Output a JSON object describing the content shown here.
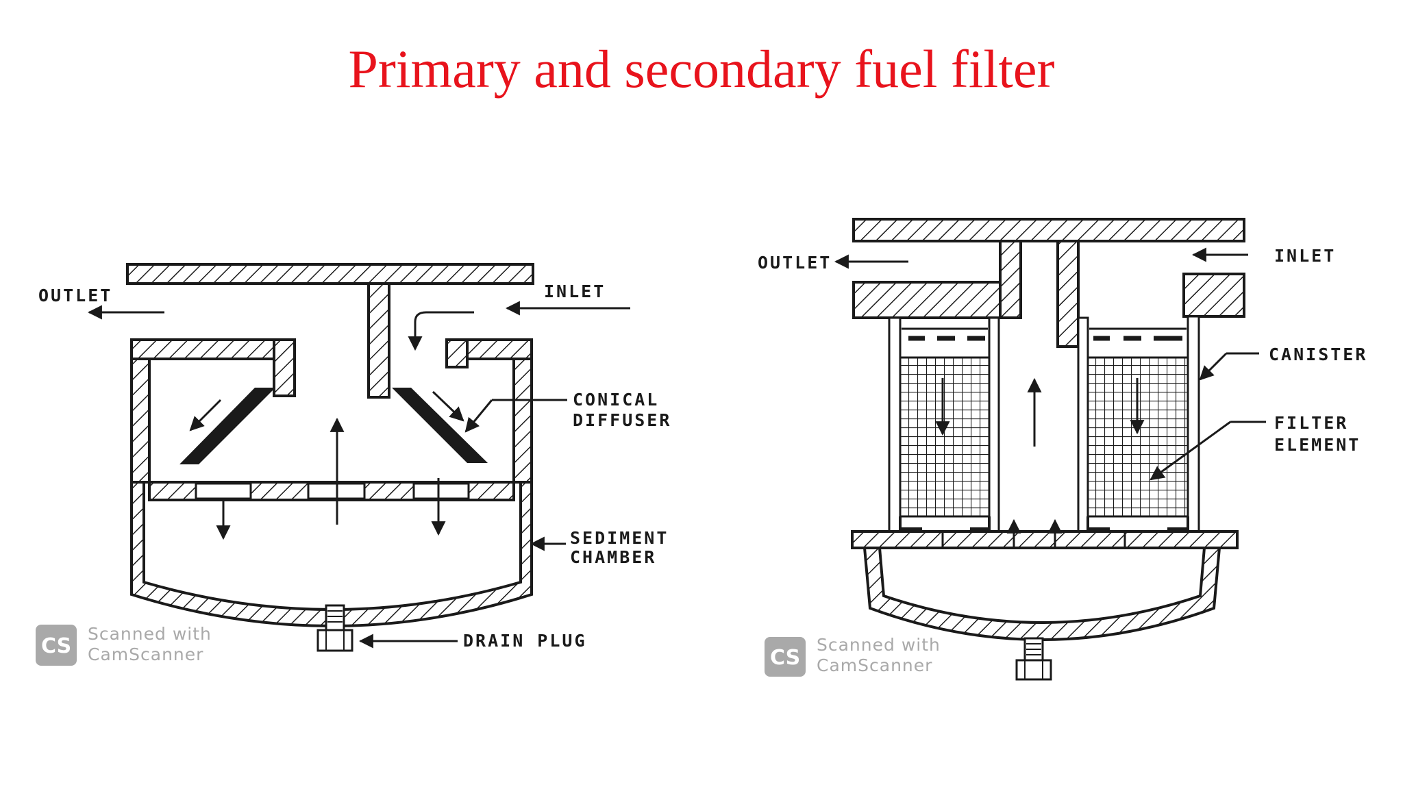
{
  "slide": {
    "title": "Primary and secondary fuel filter"
  },
  "primary_filter": {
    "labels": {
      "outlet": "OUTLET",
      "inlet": "INLET",
      "conical_diffuser_1": "CONICAL",
      "conical_diffuser_2": "DIFFUSER",
      "sediment_chamber_1": "SEDIMENT",
      "sediment_chamber_2": "CHAMBER",
      "drain_plug": "DRAIN PLUG"
    }
  },
  "secondary_filter": {
    "labels": {
      "outlet": "OUTLET",
      "inlet": "INLET",
      "canister": "CANISTER",
      "filter_element_1": "FILTER",
      "filter_element_2": "ELEMENT"
    }
  },
  "watermarks": [
    {
      "logo": "CS",
      "line1": "Scanned with",
      "line2": "CamScanner"
    },
    {
      "logo": "CS",
      "line1": "Scanned with",
      "line2": "CamScanner"
    }
  ],
  "colors": {
    "title": "#e8131c",
    "ink": "#1a1a1a",
    "watermark": "#a9a9a9"
  }
}
